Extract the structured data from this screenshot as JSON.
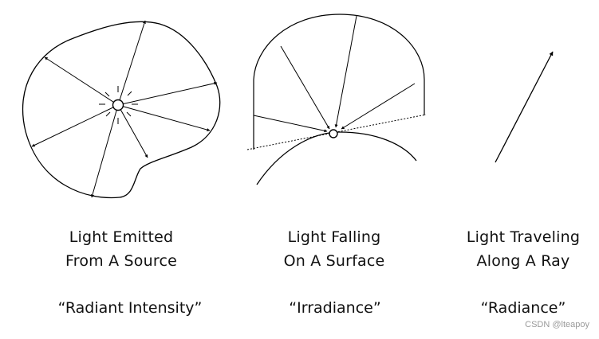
{
  "panels": [
    {
      "id": "radiant-intensity",
      "caption_lines": [
        "Light Emitted",
        "From A Source"
      ],
      "term": "“Radiant Intensity”"
    },
    {
      "id": "irradiance",
      "caption_lines": [
        "Light Falling",
        "On A Surface"
      ],
      "term": "“Irradiance”"
    },
    {
      "id": "radiance",
      "caption_lines": [
        "Light Traveling",
        "Along A Ray"
      ],
      "term": "“Radiance”"
    }
  ],
  "watermark": "CSDN @lteapoy"
}
